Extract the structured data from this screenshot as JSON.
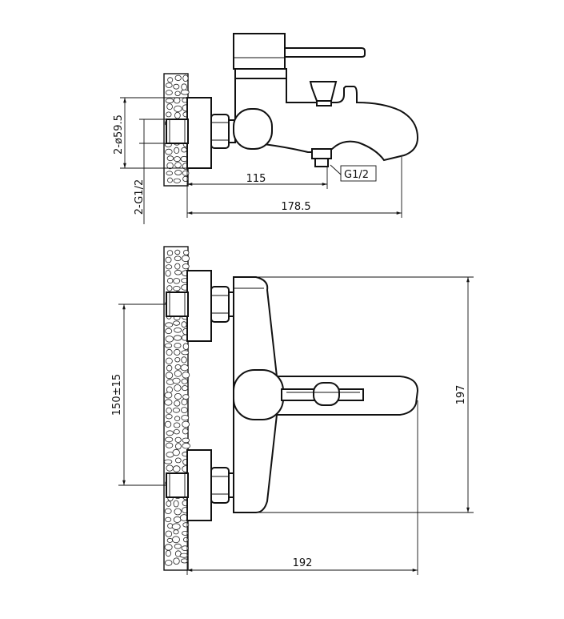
{
  "dimensions": {
    "pipe_diameter": "2-ø59.5",
    "thread_inlet": "2-G1/2",
    "outlet_thread": "G1/2",
    "outlet_distance": "115",
    "total_depth_side": "178.5",
    "center_distance": "150±15",
    "height_total": "197",
    "total_depth_top": "192"
  },
  "colors": {
    "line": "#111111",
    "background": "#ffffff"
  }
}
